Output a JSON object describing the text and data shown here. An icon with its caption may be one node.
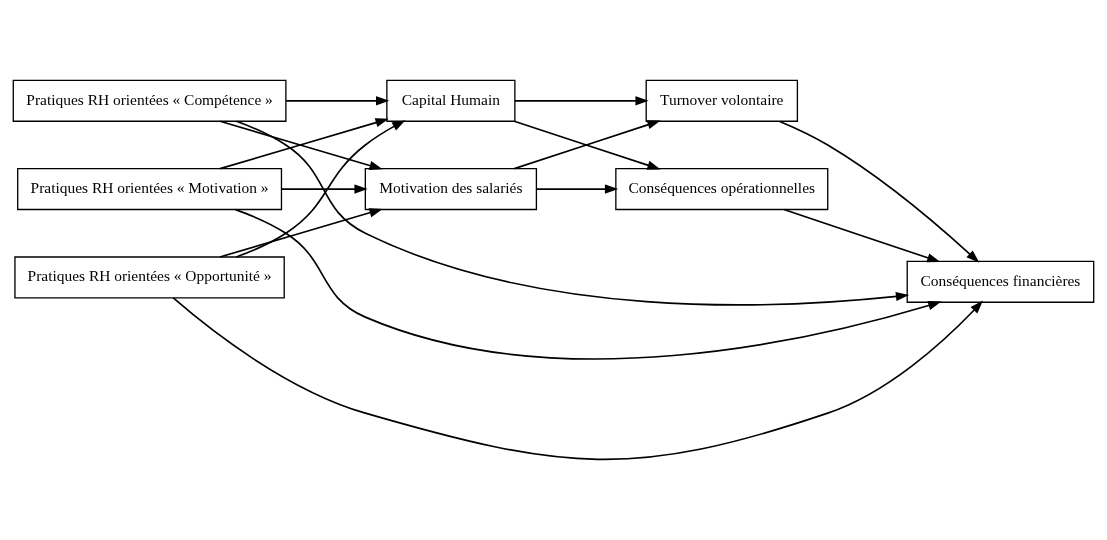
{
  "diagram": {
    "nodes": [
      {
        "text": [
          "Pratiques RH orientées « Compétence »"
        ]
      },
      {
        "text": [
          "Pratiques RH orientées « Motivation »"
        ]
      },
      {
        "text": [
          "Pratiques RH orientées « Opportunité »"
        ]
      },
      {
        "text": [
          "Capital Humain"
        ]
      },
      {
        "text": [
          "Motivation des salariés"
        ]
      },
      {
        "text": [
          "Turnover volontaire"
        ]
      },
      {
        "text": [
          "Conséquences opérationnelles"
        ]
      },
      {
        "text": [
          "Conséquences financières"
        ]
      }
    ],
    "edges": [
      {
        "from": 0,
        "to": 3,
        "arrow": "to"
      },
      {
        "from": 0,
        "to": 4,
        "arrow": "to"
      },
      {
        "from": 0,
        "to": 7,
        "arrow": "to"
      },
      {
        "from": 1,
        "to": 3,
        "arrow": "to"
      },
      {
        "from": 1,
        "to": 4,
        "arrow": "to"
      },
      {
        "from": 1,
        "to": 7,
        "arrow": "to"
      },
      {
        "from": 2,
        "to": 3,
        "arrow": "to"
      },
      {
        "from": 2,
        "to": 4,
        "arrow": "to"
      },
      {
        "from": 2,
        "to": 7,
        "arrow": "to"
      },
      {
        "from": 3,
        "to": 5,
        "arrow": "to"
      },
      {
        "from": 3,
        "to": 6,
        "arrow": "to"
      },
      {
        "from": 4,
        "to": 5,
        "arrow": "to"
      },
      {
        "from": 4,
        "to": 6,
        "arrow": "to"
      },
      {
        "from": 5,
        "to": 7,
        "arrow": "to"
      },
      {
        "from": 6,
        "to": 7,
        "arrow": "to"
      }
    ]
  }
}
